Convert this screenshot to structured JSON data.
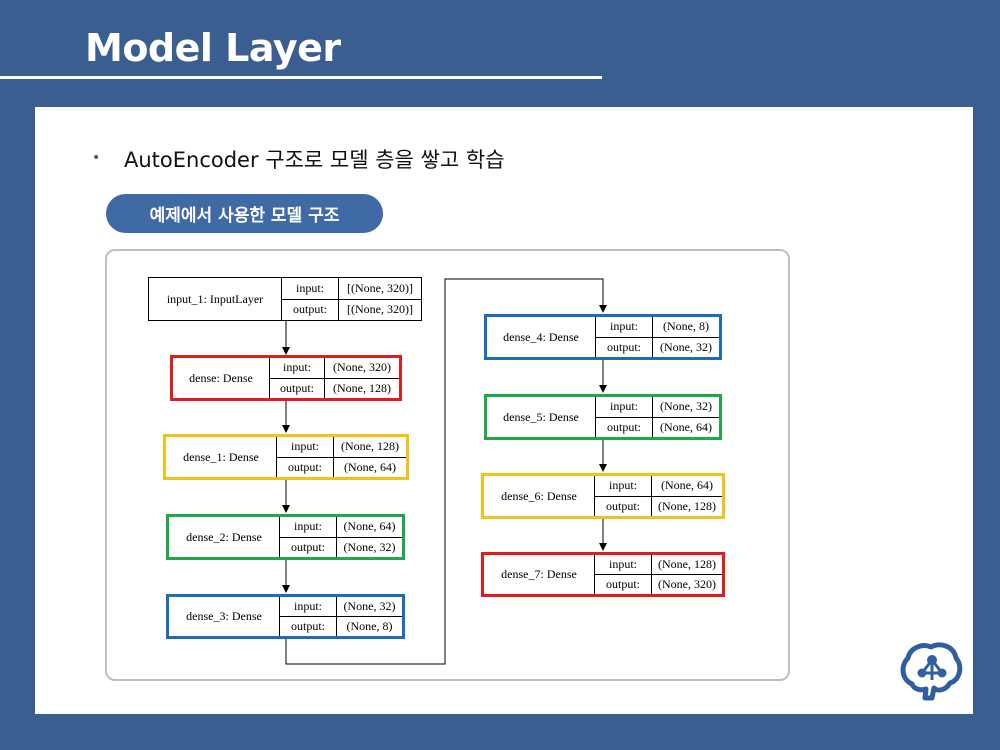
{
  "title": "Model Layer",
  "bullet": "AutoEncoder 구조로 모델 층을 쌓고 학습",
  "pill": "예제에서 사용한 모델 구조",
  "labels": {
    "input": "input:",
    "output": "output:"
  },
  "colors": {
    "background": "#3b5e91",
    "pill": "#3f6aa5",
    "red": "#e31b1b",
    "yellow": "#f2c21b",
    "green": "#1fa84a",
    "blue": "#1b6db5"
  },
  "layers": [
    {
      "name": "input_1: InputLayer",
      "input": "[(None, 320)]",
      "output": "[(None, 320)]",
      "border": "black"
    },
    {
      "name": "dense: Dense",
      "input": "(None, 320)",
      "output": "(None, 128)",
      "border": "red"
    },
    {
      "name": "dense_1: Dense",
      "input": "(None, 128)",
      "output": "(None, 64)",
      "border": "yellow"
    },
    {
      "name": "dense_2: Dense",
      "input": "(None, 64)",
      "output": "(None, 32)",
      "border": "green"
    },
    {
      "name": "dense_3: Dense",
      "input": "(None, 32)",
      "output": "(None, 8)",
      "border": "blue"
    },
    {
      "name": "dense_4: Dense",
      "input": "(None, 8)",
      "output": "(None, 32)",
      "border": "blue"
    },
    {
      "name": "dense_5: Dense",
      "input": "(None, 32)",
      "output": "(None, 64)",
      "border": "green"
    },
    {
      "name": "dense_6: Dense",
      "input": "(None, 64)",
      "output": "(None, 128)",
      "border": "yellow"
    },
    {
      "name": "dense_7: Dense",
      "input": "(None, 128)",
      "output": "(None, 320)",
      "border": "red"
    }
  ]
}
